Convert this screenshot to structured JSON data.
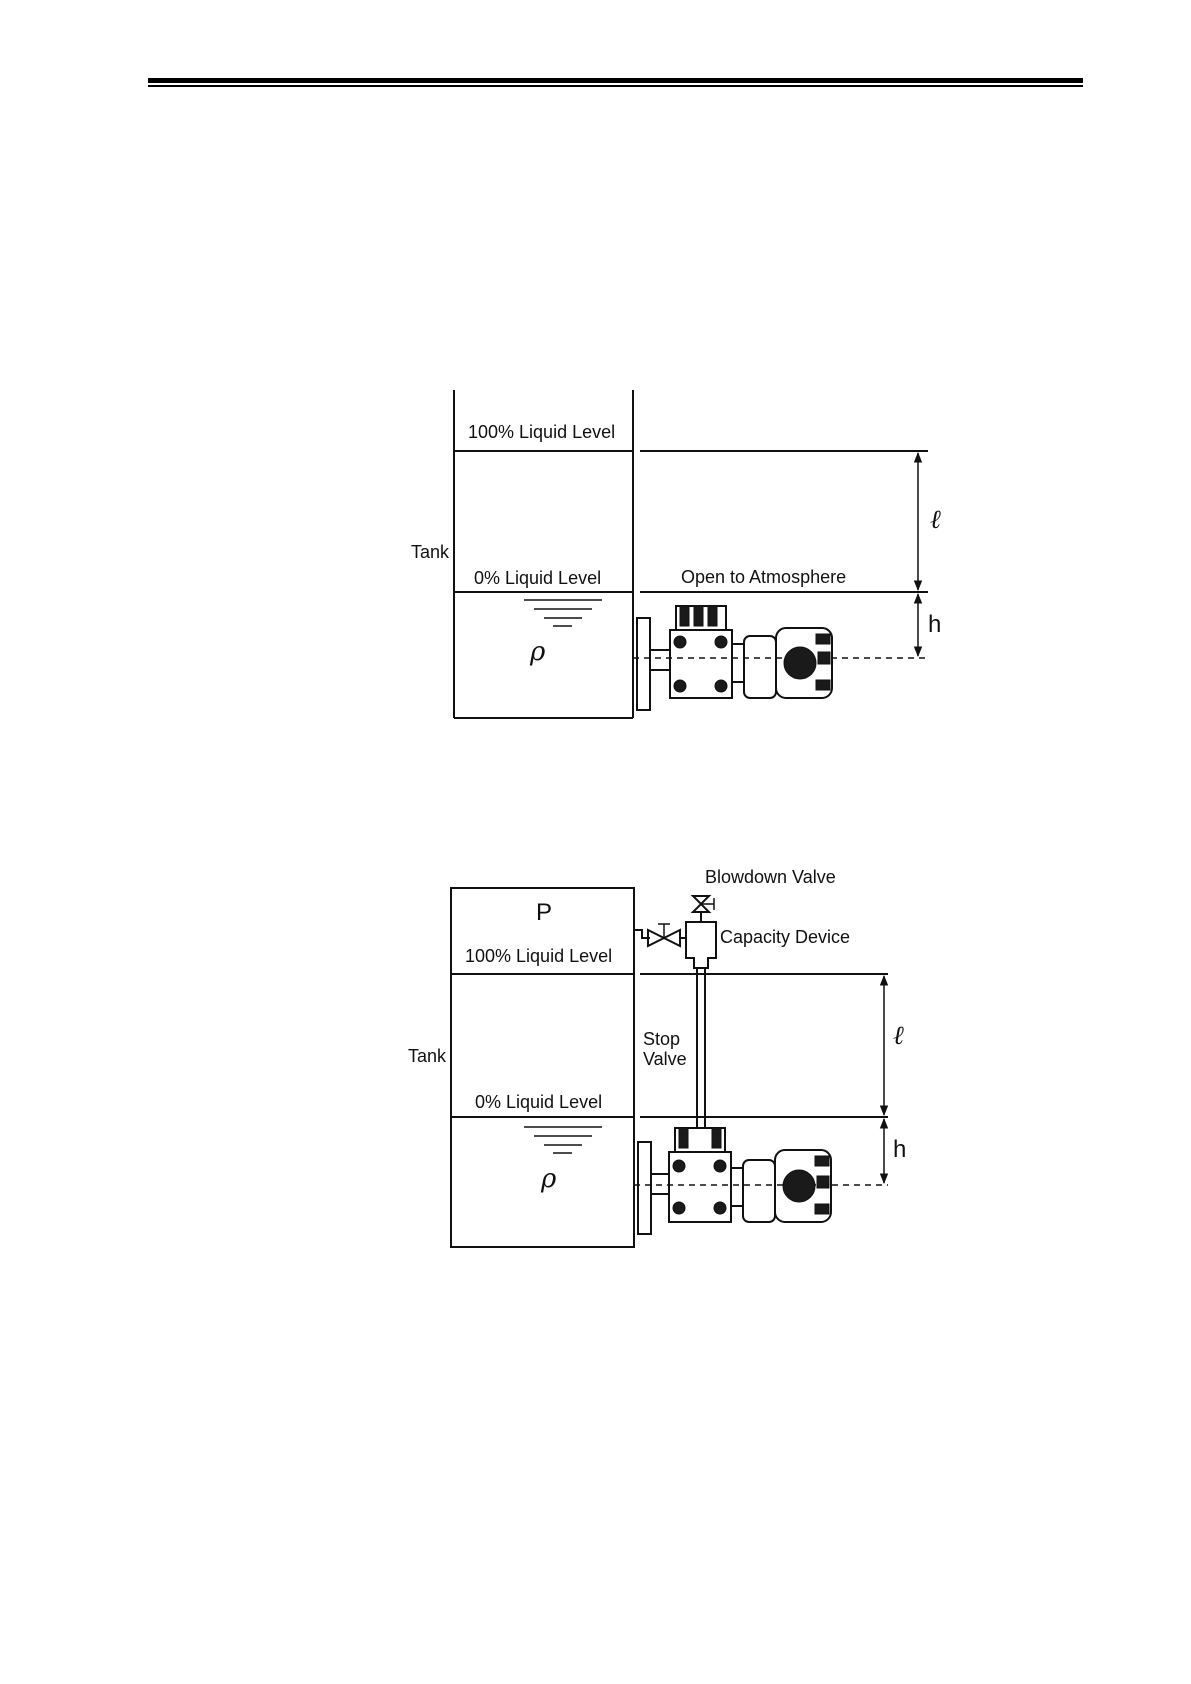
{
  "figure1": {
    "liquid_level_high": "100% Liquid Level",
    "liquid_level_low": "0% Liquid Level",
    "tank_label": "Tank",
    "open_label": "Open to Atmosphere",
    "density_symbol": "ρ",
    "span_symbol": "ℓ",
    "offset_symbol": "h"
  },
  "figure2": {
    "pressure_symbol": "P",
    "liquid_level_high": "100% Liquid Level",
    "liquid_level_low": "0% Liquid Level",
    "tank_label": "Tank",
    "blowdown_label": "Blowdown Valve",
    "capacity_label": "Capacity Device",
    "stop_label_line1": "Stop",
    "stop_label_line2": "Valve",
    "density_symbol": "ρ",
    "span_symbol": "ℓ",
    "offset_symbol": "h"
  }
}
